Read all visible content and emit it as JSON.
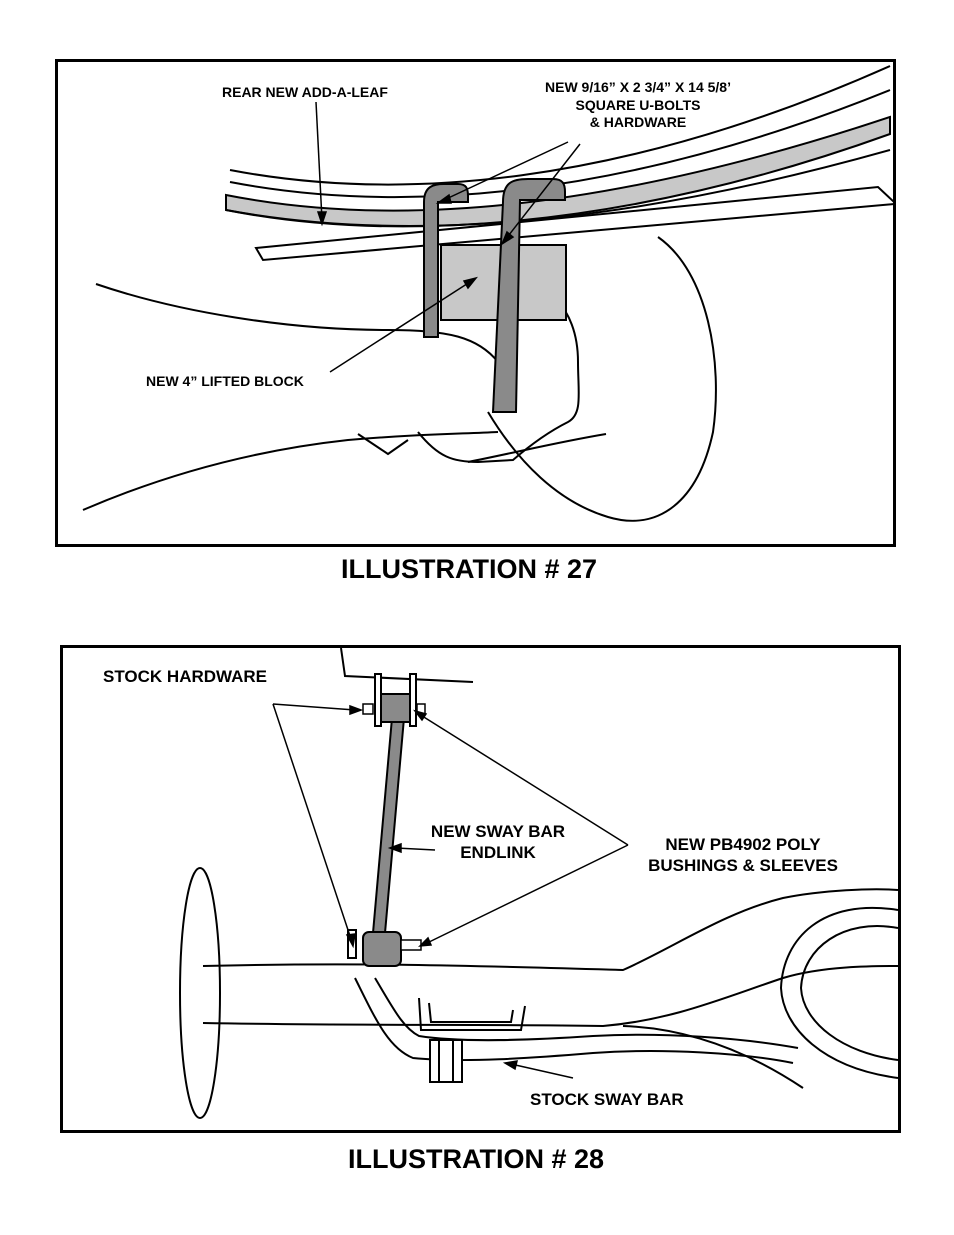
{
  "illustration27": {
    "caption": "ILLUSTRATION # 27",
    "labels": {
      "add_a_leaf": "REAR NEW ADD-A-LEAF",
      "ubolts_line1": "NEW 9/16” X 2 3/4” X 14 5/8’",
      "ubolts_line2": "SQUARE U-BOLTS",
      "ubolts_line3": "& HARDWARE",
      "lifted_block": "NEW 4” LIFTED BLOCK"
    }
  },
  "illustration28": {
    "caption": "ILLUSTRATION # 28",
    "labels": {
      "stock_hardware": "STOCK HARDWARE",
      "endlink_line1": "NEW SWAY BAR",
      "endlink_line2": "ENDLINK",
      "bushings_line1": "NEW PB4902 POLY",
      "bushings_line2": "BUSHINGS & SLEEVES",
      "stock_sway_bar": "STOCK SWAY BAR"
    }
  },
  "colors": {
    "line": "#000000",
    "fill_gray": "#c8c8c8",
    "fill_dark": "#8a8a8a",
    "background": "#ffffff"
  }
}
